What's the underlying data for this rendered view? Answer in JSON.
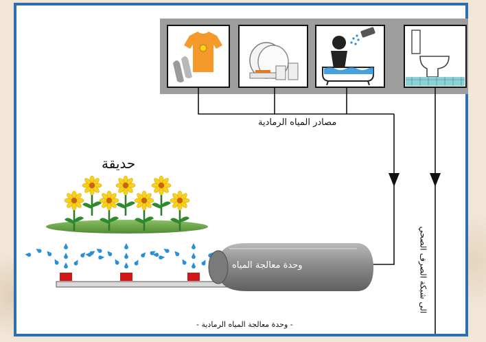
{
  "labels": {
    "greywater_sources": "مصادر المياه الرمادية",
    "garden": "حديقة",
    "treatment_unit": "وحدة معالجة المياه",
    "to_sewer": "الى شبكة الصرف الصحي",
    "caption": "- وحدة معالجة المياه الرمادية -"
  },
  "colors": {
    "frame": "#2e6fb2",
    "panel": "#9d9d9d",
    "water": "#2a8fd6",
    "tank": "#8a8a8a",
    "emitter": "#d01818",
    "lawn": "#6fa64a",
    "petal": "#f6d21c",
    "shirt": "#f39a2a"
  },
  "icons": [
    "laundry-icon",
    "dishwashing-icon",
    "shower-bath-icon",
    "toilet-icon",
    "sunflower-icon",
    "sprinkler-drop-icon"
  ]
}
